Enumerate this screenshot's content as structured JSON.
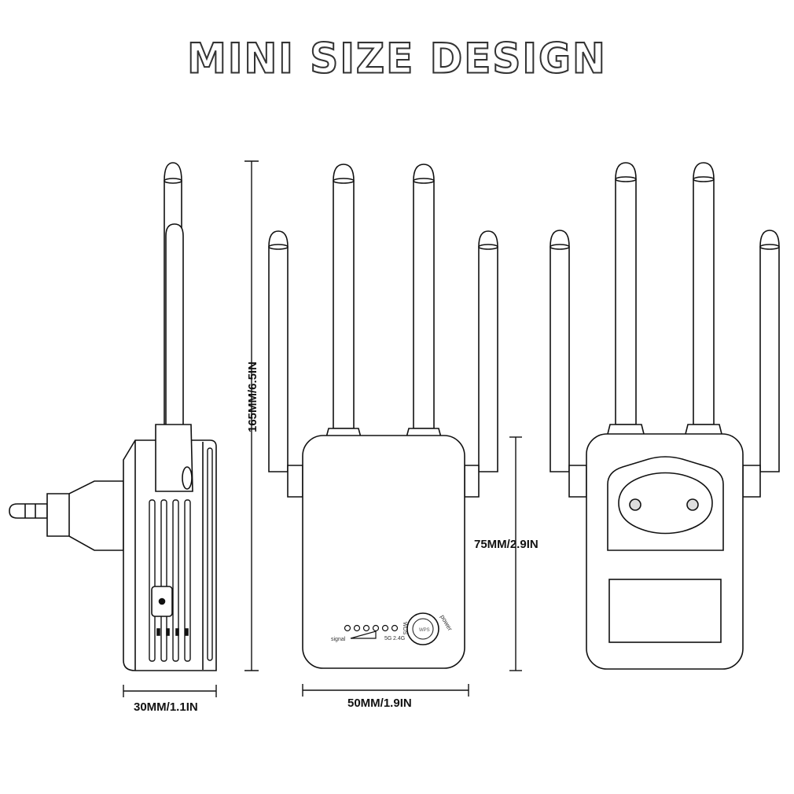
{
  "title": "MINI SIZE DESIGN",
  "dimensions": {
    "total_height": "165MM/6.5IN",
    "body_height": "75MM/2.9IN",
    "side_width": "30MM/1.1IN",
    "front_width": "50MM/1.9IN"
  },
  "front_panel": {
    "signal_label": "signal",
    "band_5g": "5G",
    "band_24g": "2.4G",
    "wps_label": "WPS",
    "wds_label": "WDS",
    "power_label": "power"
  }
}
